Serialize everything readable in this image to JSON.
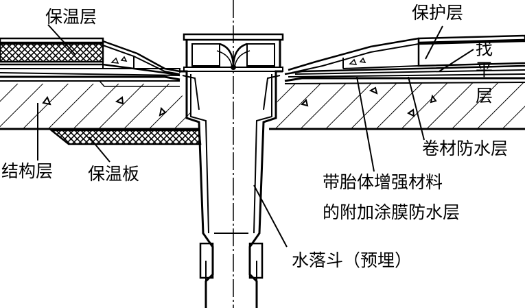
{
  "labels": {
    "insulation_layer": "保温层",
    "protective_layer": "保护层",
    "leveling_layer_1": "找",
    "leveling_layer_2": "平",
    "leveling_layer_3": "层",
    "membrane_waterproof_layer": "卷材防水层",
    "reinforced_coating_line1": "带胎体增强材料",
    "reinforced_coating_line2": "的附加涂膜防水层",
    "structural_layer": "结构层",
    "insulation_board": "保温板",
    "roof_drain": "水落斗（预埋）"
  }
}
